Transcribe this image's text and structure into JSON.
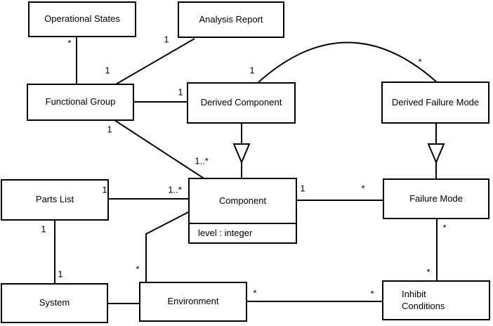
{
  "diagram": {
    "type": "uml-class-diagram",
    "background_color": "#ffffff",
    "line_color": "#000000",
    "box_fill": "#ffffff",
    "text_color": "#000000"
  },
  "classes": [
    {
      "name": "Operational States"
    },
    {
      "name": "Analysis Report"
    },
    {
      "name": "Functional Group"
    },
    {
      "name": "Derived Component"
    },
    {
      "name": "Derived Failure Mode"
    },
    {
      "name": "Parts List"
    },
    {
      "name": "Component",
      "attributes": [
        "level : integer"
      ]
    },
    {
      "name": "Failure Mode"
    },
    {
      "name": "System"
    },
    {
      "name": "Environment"
    },
    {
      "name": "Inhibit Conditions"
    }
  ],
  "associations": [
    {
      "from": "Operational States",
      "to": "Functional Group",
      "from_label": "*",
      "to_label": ""
    },
    {
      "from": "Analysis Report",
      "to": "Functional Group",
      "from_label": "1",
      "to_label": "1"
    },
    {
      "from": "Functional Group",
      "to": "Derived Component",
      "from_label": "",
      "to_label": "1"
    },
    {
      "from": "Functional Group",
      "to": "Component",
      "from_label": "1",
      "to_label": "1..*"
    },
    {
      "from": "Derived Component",
      "to": "Derived Failure Mode",
      "from_label": "1",
      "to_label": "*"
    },
    {
      "from": "Parts List",
      "to": "Component",
      "from_label": "1",
      "to_label": "1..*"
    },
    {
      "from": "Component",
      "to": "Failure Mode",
      "from_label": "1",
      "to_label": "*"
    },
    {
      "from": "Parts List",
      "to": "System",
      "from_label": "1",
      "to_label": "1"
    },
    {
      "from": "Component",
      "to": "Environment",
      "from_label": "",
      "to_label": "*"
    },
    {
      "from": "System",
      "to": "Environment",
      "from_label": "",
      "to_label": ""
    },
    {
      "from": "Environment",
      "to": "Inhibit Conditions",
      "from_label": "*",
      "to_label": "*"
    },
    {
      "from": "Failure Mode",
      "to": "Inhibit Conditions",
      "from_label": "*",
      "to_label": "*"
    }
  ],
  "generalizations": [
    {
      "from": "Derived Component",
      "to": "Component"
    },
    {
      "from": "Derived Failure Mode",
      "to": "Failure Mode"
    }
  ]
}
